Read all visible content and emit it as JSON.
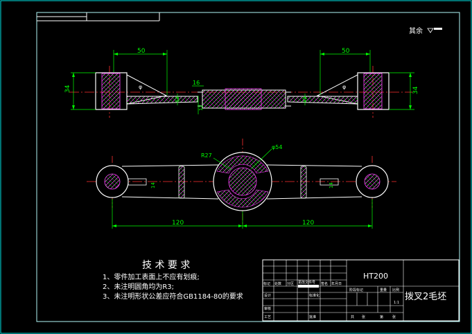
{
  "surface_finish": "其余",
  "dimensions": {
    "top_left_len": "50",
    "top_right_len": "50",
    "left_height": "34",
    "right_height": "34",
    "center_thk": "16",
    "phi_left": "φ",
    "phi_right": "φ",
    "small_left": "12",
    "small_center": "12",
    "small_right": "12",
    "radius": "R27",
    "phi_54": "φ54",
    "bottom_left_len": "120",
    "bottom_right_len": "120",
    "bottom_small_left": "14",
    "bottom_small_right": "14"
  },
  "tech_requirements": {
    "title": "技 术 要 求",
    "items": [
      "1、零件加工表面上不应有划痕;",
      "2、未注明圆角均为R3;",
      "3、未注明形状公差应符合GB1184-80的要求"
    ]
  },
  "title_block": {
    "material": "HT200",
    "part_name": "拨叉2毛坯",
    "row_labels": [
      "标记",
      "处数",
      "分区",
      "更改文件号",
      "签名",
      "年月日"
    ],
    "design": "设计",
    "standardize": "标准化",
    "review": "审核",
    "process": "工艺",
    "approve": "批准",
    "stage_mark": "阶段标记",
    "weight": "重量",
    "scale": "比例",
    "scale_value": "1:1",
    "sheets_total": "共",
    "sheets_label": "张",
    "sheet_no": "第",
    "sheet_label": "张"
  },
  "colors": {
    "background": "#000000",
    "frame": "#ffffff",
    "outline": "#ffffff",
    "dimension": "#00ff00",
    "centerline": "#ff0000",
    "hatch": "#ff00ff",
    "cyan": "#00ffff"
  }
}
